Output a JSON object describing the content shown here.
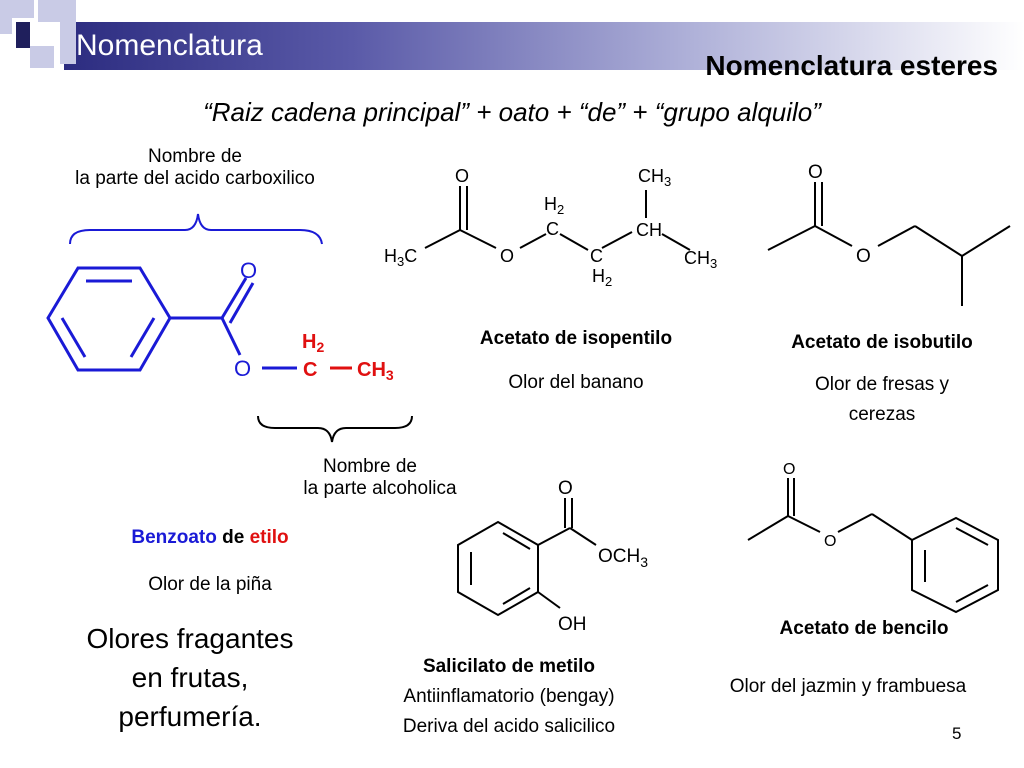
{
  "header": {
    "title": "Nomenclatura",
    "subtitle": "Nomenclatura esteres",
    "rule": "“Raiz cadena principal” + oato + “de” + “grupo alquilo”"
  },
  "benzoate": {
    "acid_part_line1": "Nombre de",
    "acid_part_line2": "la parte del acido carboxilico",
    "alcohol_part_line1": "Nombre de",
    "alcohol_part_line2": "la parte alcoholica",
    "name_acid": "Benzoato",
    "name_de": " de ",
    "name_alkyl": "etilo",
    "odor": "Olor de la piña",
    "atoms": {
      "o_carbonyl": "O",
      "o_ester": "O",
      "ch2_h": "H",
      "ch2_sub": "2",
      "ch2_c": "C",
      "ch3_c": "CH",
      "ch3_sub": "3"
    },
    "colors": {
      "structure": "#1a1ad6",
      "alkyl": "#e01010"
    }
  },
  "isopentyl": {
    "name": "Acetato de isopentilo",
    "odor": "Olor del banano",
    "atoms": {
      "o": "O",
      "o_ester": "O",
      "h3c": "H",
      "h3c_sub": "3",
      "h3c_c": "C",
      "h2_top": "H",
      "sub_2": "2",
      "c1": "C",
      "c2": "C",
      "ch": "CH",
      "ch3_top": "CH",
      "ch3_right": "CH",
      "sub_3": "3"
    }
  },
  "isobutyl": {
    "name": "Acetato de isobutilo",
    "odor_line1": "Olor de fresas y",
    "odor_line2": "cerezas",
    "atoms": {
      "o": "O",
      "o_ester": "O"
    }
  },
  "salicylate": {
    "name": "Salicilato de metilo",
    "use": "Antiinflamatorio (bengay)",
    "origin": "Deriva del acido salicilico",
    "atoms": {
      "o": "O",
      "och3": "OCH",
      "sub_3": "3",
      "oh": "OH"
    }
  },
  "benzyl": {
    "name": "Acetato de bencilo",
    "odor": "Olor del jazmin y frambuesa",
    "atoms": {
      "o": "O",
      "o_ester": "O"
    }
  },
  "summary": {
    "line1": "Olores fragantes",
    "line2": "en frutas,",
    "line3": "perfumería."
  },
  "footer": {
    "page_number": "5"
  }
}
